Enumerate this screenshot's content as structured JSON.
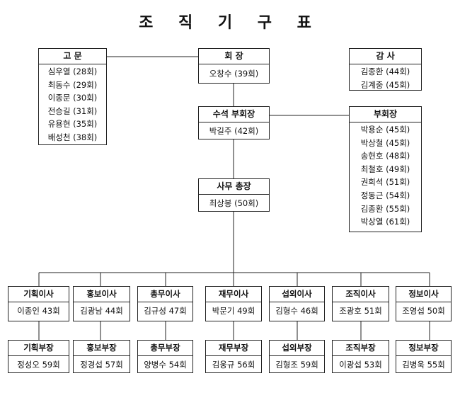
{
  "title": "조 직 기 구 표",
  "advisors": {
    "header": "고  문",
    "members": [
      "심우열 (28회)",
      "최동수 (29회)",
      "이종문 (30회)",
      "전승길 (31회)",
      "유용현 (35회)",
      "배성천 (38회)"
    ]
  },
  "president": {
    "header": "회  장",
    "members": [
      "오창수 (39회)"
    ]
  },
  "auditors": {
    "header": "감  사",
    "members": [
      "김종환 (44회)",
      "김계중 (45회)"
    ]
  },
  "senior_vp": {
    "header": "수석 부회장",
    "members": [
      "박길주 (42회)"
    ]
  },
  "vice_presidents": {
    "header": "부회장",
    "members": [
      "박용순 (45회)",
      "박상철 (45회)",
      "송현호 (48회)",
      "최철호 (49회)",
      "권희석 (51회)",
      "정동근 (54회)",
      "김종환 (55회)",
      "박상열 (61회)"
    ]
  },
  "secretary_general": {
    "header": "사무 총장",
    "members": [
      "최상봉 (50회)"
    ]
  },
  "departments": [
    {
      "director_title": "기획이사",
      "director_name": "이종인 43회",
      "manager_title": "기획부장",
      "manager_name": "정성오 59회"
    },
    {
      "director_title": "홍보이사",
      "director_name": "김광남 44회",
      "manager_title": "홍보부장",
      "manager_name": "정경섭 57회"
    },
    {
      "director_title": "총무이사",
      "director_name": "김규성 47회",
      "manager_title": "총무부장",
      "manager_name": "양병수 54회"
    },
    {
      "director_title": "재무이사",
      "director_name": "박문기 49회",
      "manager_title": "재무부장",
      "manager_name": "김웅규 56회"
    },
    {
      "director_title": "섭외이사",
      "director_name": "김형수 46회",
      "manager_title": "섭외부장",
      "manager_name": "김형조 59회"
    },
    {
      "director_title": "조직이사",
      "director_name": "조광호 51회",
      "manager_title": "조직부장",
      "manager_name": "이광섭 53회"
    },
    {
      "director_title": "정보이사",
      "director_name": "조영섭 50회",
      "manager_title": "정보부장",
      "manager_name": "김병욱 55회"
    }
  ]
}
